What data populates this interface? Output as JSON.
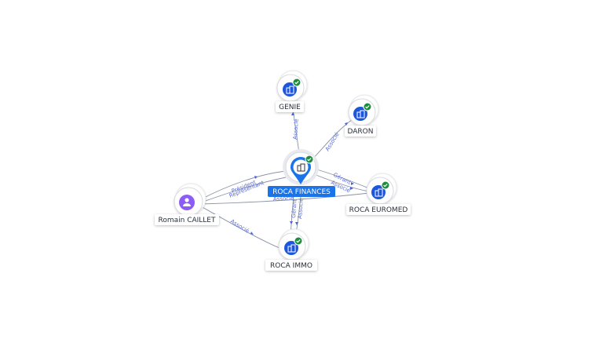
{
  "graph": {
    "center": {
      "label": "ROCA FINANCES",
      "color": "#1a73e8",
      "verified": true
    },
    "nodes": [
      {
        "id": "genie",
        "label": "GENIE",
        "type": "company",
        "verified": true
      },
      {
        "id": "daron",
        "label": "DARON",
        "type": "company",
        "verified": true
      },
      {
        "id": "euromed",
        "label": "ROCA EUROMED",
        "type": "company",
        "verified": true
      },
      {
        "id": "immo",
        "label": "ROCA IMMO",
        "type": "company",
        "verified": true
      },
      {
        "id": "romain",
        "label": "Romain CAILLET",
        "type": "person",
        "verified": false
      }
    ],
    "edges": [
      {
        "from": "center",
        "to": "genie",
        "label": "Associé"
      },
      {
        "from": "center",
        "to": "daron",
        "label": "Associé"
      },
      {
        "from": "center",
        "to": "euromed",
        "label": "Gérant"
      },
      {
        "from": "center",
        "to": "euromed",
        "label": "Associé"
      },
      {
        "from": "center",
        "to": "immo",
        "label": "Gérant"
      },
      {
        "from": "center",
        "to": "immo",
        "label": "Associé"
      },
      {
        "from": "romain",
        "to": "center",
        "label": "Président"
      },
      {
        "from": "romain",
        "to": "center",
        "label": "Représentant"
      },
      {
        "from": "romain",
        "to": "euromed",
        "label": "Associé"
      },
      {
        "from": "romain",
        "to": "immo",
        "label": "Associé"
      }
    ],
    "colors": {
      "company_icon": "#1a56db",
      "person_icon": "#8b5cf6",
      "verified_badge": "#1e8e3e",
      "edge_label": "#5a6cd8",
      "arrow": "#4a63d8"
    }
  }
}
